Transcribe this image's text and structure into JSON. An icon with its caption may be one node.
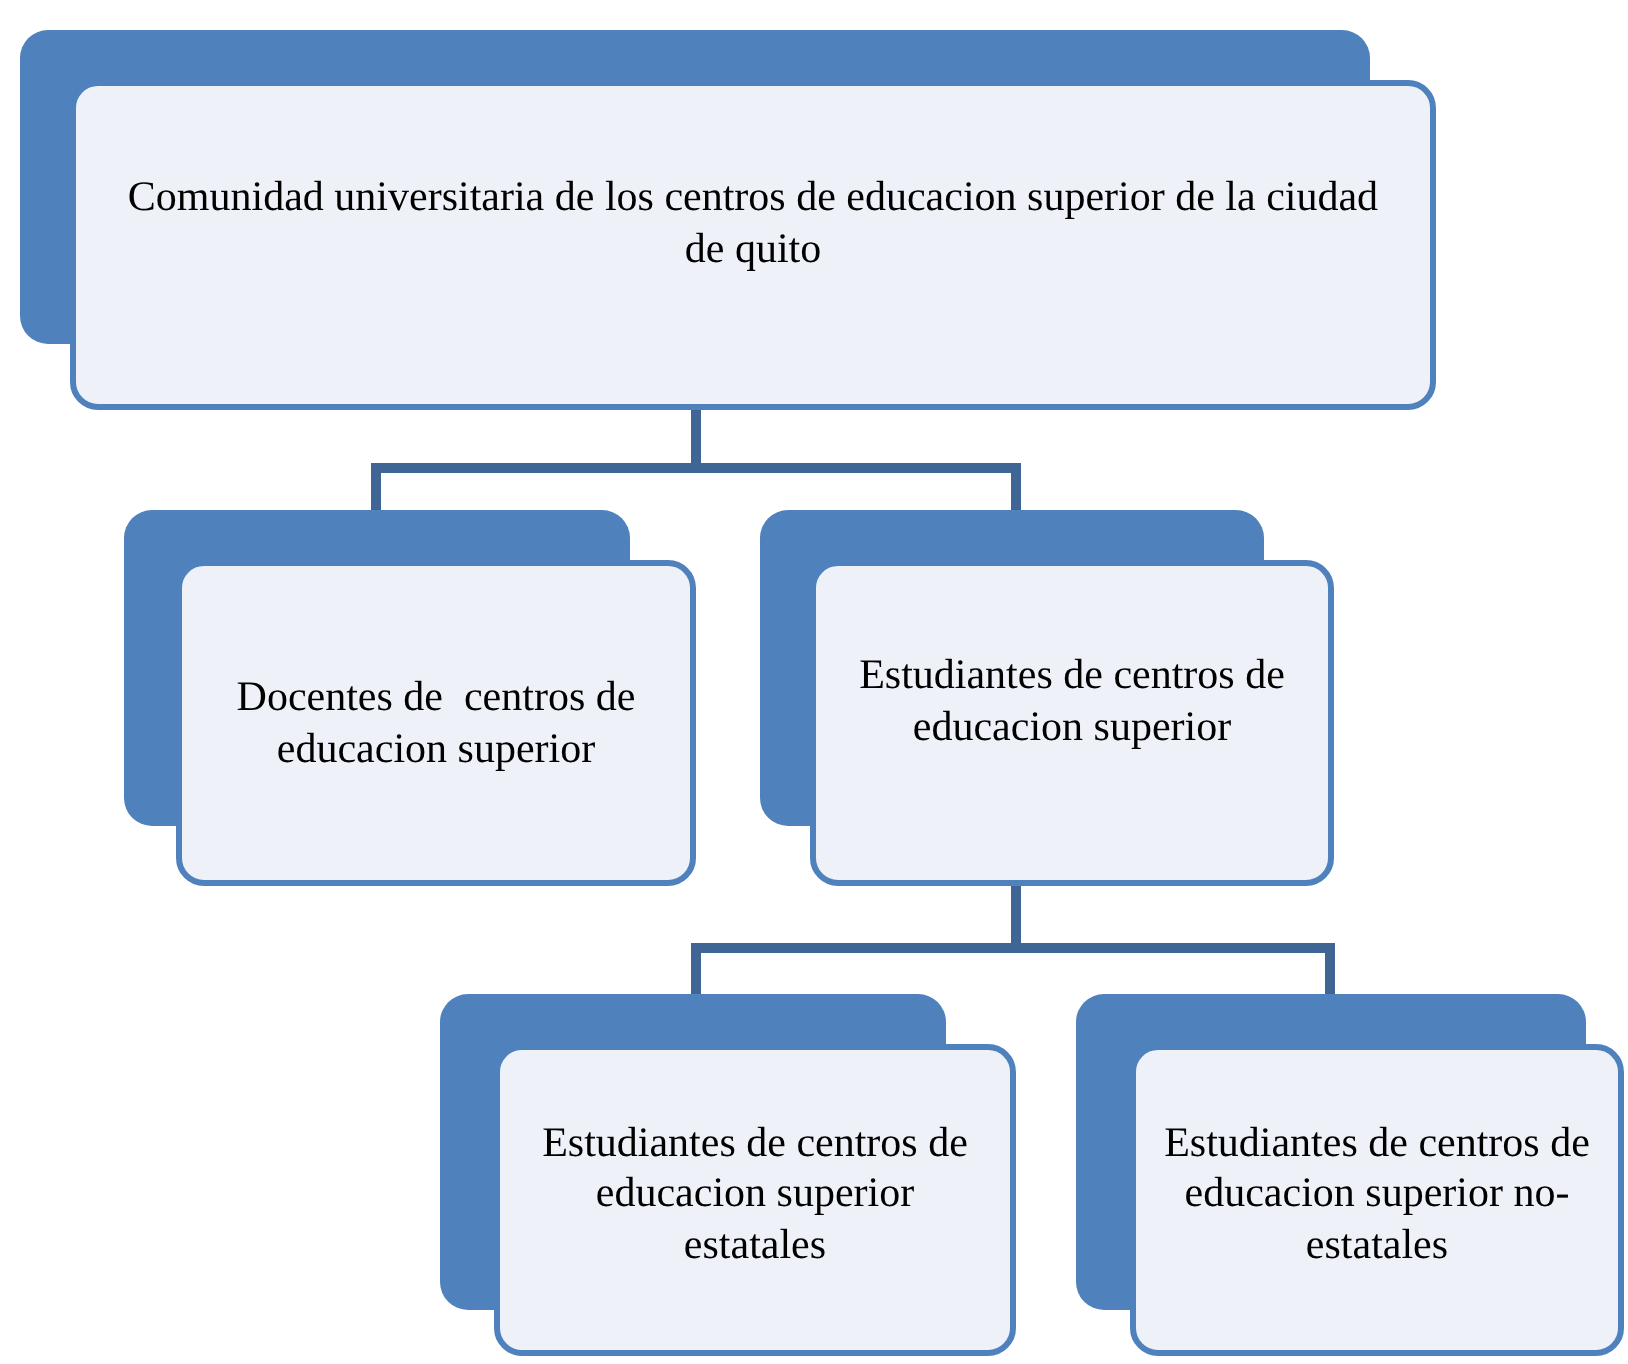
{
  "diagram": {
    "nodes": [
      {
        "text": [
          "Comunidad universitaria de los centros de educacion superior de la ciudad de quito"
        ]
      },
      {
        "text": [
          "Docentes de  centros de educacion superior"
        ]
      },
      {
        "text": [
          "Estudiantes de centros de educacion superior"
        ]
      },
      {
        "text": [
          "Estudiantes de centros de educacion superior estatales"
        ]
      },
      {
        "text": [
          "Estudiantes de centros de educacion superior no-estatales"
        ]
      }
    ],
    "edges": [
      {
        "from": 0,
        "to": 1,
        "arrow": "none"
      },
      {
        "from": 0,
        "to": 2,
        "arrow": "none"
      },
      {
        "from": 2,
        "to": 3,
        "arrow": "none"
      },
      {
        "from": 2,
        "to": 4,
        "arrow": "none"
      }
    ]
  }
}
